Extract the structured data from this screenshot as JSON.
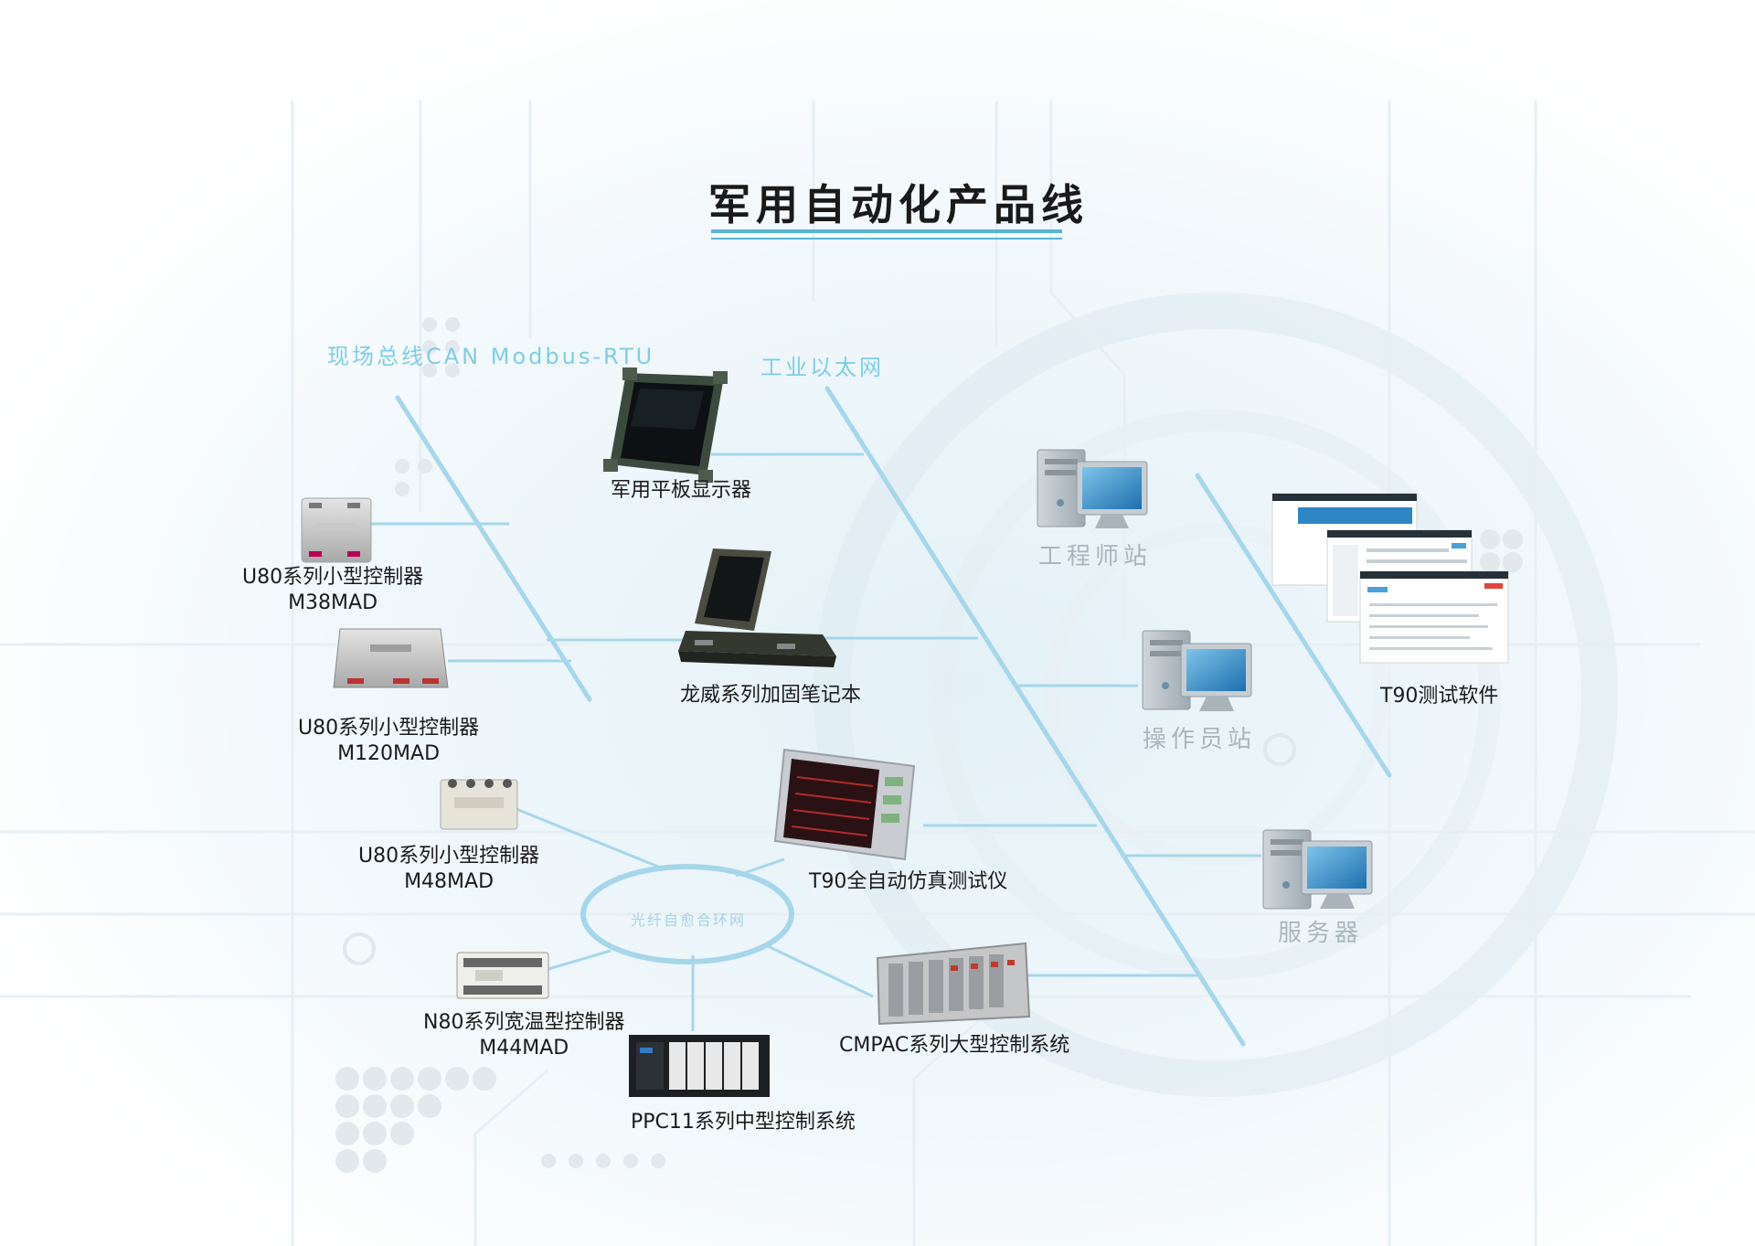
{
  "title": "军用自动化产品线",
  "colors": {
    "accent": "#5ab4d4",
    "line": "#a6d6ea",
    "text": "#1b1b1b",
    "network_text": "#7fcde6",
    "station_text": "#a9b6be"
  },
  "networks": {
    "fieldbus_line1": "现场总线CAN",
    "fieldbus_line2": "Modbus-RTU",
    "ethernet": "工业以太网",
    "fiber_ring": "光纤自愈合环网"
  },
  "products": {
    "tablet": {
      "name": "军用平板显示器"
    },
    "u80_m38": {
      "name": "U80系列小型控制器",
      "model": "M38MAD"
    },
    "u80_m120": {
      "name": "U80系列小型控制器",
      "model": "M120MAD"
    },
    "u80_m48": {
      "name": "U80系列小型控制器",
      "model": "M48MAD"
    },
    "notebook": {
      "name": "龙威系列加固笔记本"
    },
    "t90_tester": {
      "name": "T90全自动仿真测试仪"
    },
    "n80": {
      "name": "N80系列宽温型控制器",
      "model": "M44MAD"
    },
    "ppc11": {
      "name": "PPC11系列中型控制系统"
    },
    "cmpac": {
      "name": "CMPAC系列大型控制系统"
    },
    "t90_software": {
      "name": "T90测试软件"
    }
  },
  "stations": {
    "engineer": "工程师站",
    "operator": "操作员站",
    "server": "服务器"
  }
}
